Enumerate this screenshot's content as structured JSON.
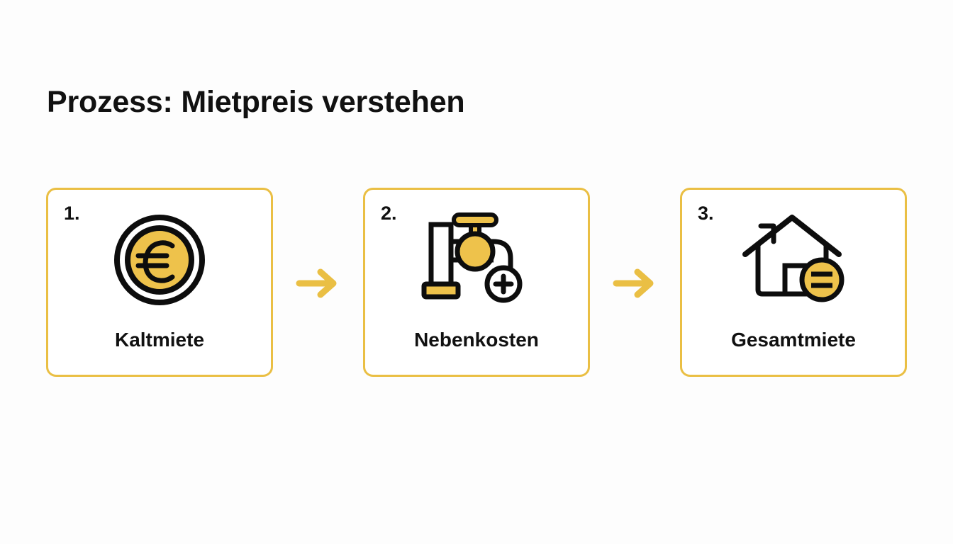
{
  "slide": {
    "background_color": "#fdfdfd",
    "accent_color": "#eabf44",
    "text_color": "#111111",
    "title": "Prozess: Mietpreis verstehen"
  },
  "flow": {
    "steps": [
      {
        "number": "1.",
        "label": "Kaltmiete",
        "icon_name": "euro-coin-icon"
      },
      {
        "number": "2.",
        "label": "Nebenkosten",
        "icon_name": "faucet-plus-icon"
      },
      {
        "number": "3.",
        "label": "Gesamtmiete",
        "icon_name": "house-equals-icon"
      }
    ],
    "arrows": [
      {
        "icon_name": "arrow-right-icon"
      },
      {
        "icon_name": "arrow-right-icon"
      }
    ]
  }
}
